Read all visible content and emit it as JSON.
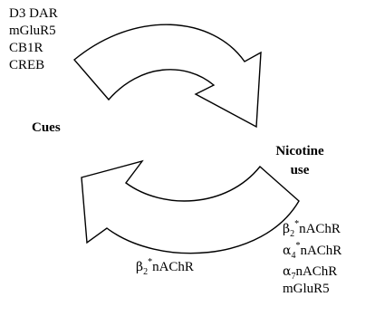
{
  "top_left_list": {
    "items": [
      "D3 DAR",
      "mGluR5",
      "CB1R",
      "CREB"
    ]
  },
  "cues_label": "Cues",
  "nicotine_use_label": {
    "line1": "Nicotine",
    "line2": "use"
  },
  "bottom_center_label": {
    "greek": "β",
    "sub": "2",
    "sup": "*",
    "text": "nAChR"
  },
  "bottom_right_list": {
    "items": [
      {
        "greek": "β",
        "sub": "2",
        "sup": "*",
        "text": "nAChR"
      },
      {
        "greek": "α",
        "sub": "4",
        "sup": "*",
        "text": "nAChR"
      },
      {
        "greek": "α",
        "sub": "7",
        "sup": "",
        "text": "nAChR"
      },
      {
        "greek": "",
        "sub": "",
        "sup": "",
        "text": "mGluR5"
      }
    ]
  },
  "colors": {
    "arrow_stroke": "#000000",
    "arrow_fill": "#ffffff",
    "text": "#000000"
  }
}
